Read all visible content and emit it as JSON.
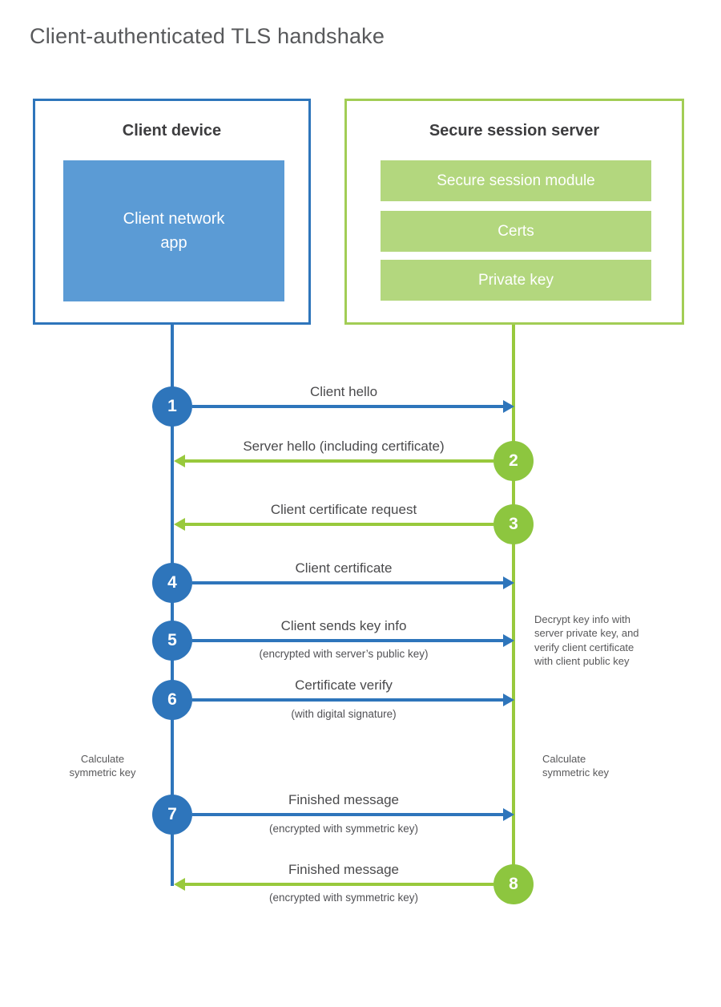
{
  "page": {
    "title": "Client-authenticated TLS handshake"
  },
  "colors": {
    "blue": "#2e75bb",
    "blue_fill": "#5b9bd5",
    "green": "#98c93c",
    "green_circle": "#8dc63f",
    "green_border": "#a2cd55",
    "green_fill": "#b3d77e"
  },
  "client_box": {
    "title": "Client device",
    "app_label": "Client network\napp"
  },
  "server_box": {
    "title": "Secure session server",
    "modules": [
      "Secure session module",
      "Certs",
      "Private key"
    ]
  },
  "steps": [
    {
      "num": "1",
      "direction": "to-server",
      "label": "Client hello",
      "sublabel": ""
    },
    {
      "num": "2",
      "direction": "to-client",
      "label": "Server hello (including certificate)",
      "sublabel": ""
    },
    {
      "num": "3",
      "direction": "to-client",
      "label": "Client certificate request",
      "sublabel": ""
    },
    {
      "num": "4",
      "direction": "to-server",
      "label": "Client certificate",
      "sublabel": ""
    },
    {
      "num": "5",
      "direction": "to-server",
      "label": "Client sends key info",
      "sublabel": "(encrypted with server’s public key)"
    },
    {
      "num": "6",
      "direction": "to-server",
      "label": "Certificate verify",
      "sublabel": "(with digital signature)"
    },
    {
      "num": "7",
      "direction": "to-server",
      "label": "Finished message",
      "sublabel": "(encrypted with symmetric key)"
    },
    {
      "num": "8",
      "direction": "to-client",
      "label": "Finished message",
      "sublabel": "(encrypted with symmetric key)"
    }
  ],
  "annotations": {
    "decrypt_note": "Decrypt key info with\nserver private key, and\nverify client certificate\nwith client public key",
    "calc_left": "Calculate\nsymmetric key",
    "calc_right": "Calculate\nsymmetric key"
  }
}
